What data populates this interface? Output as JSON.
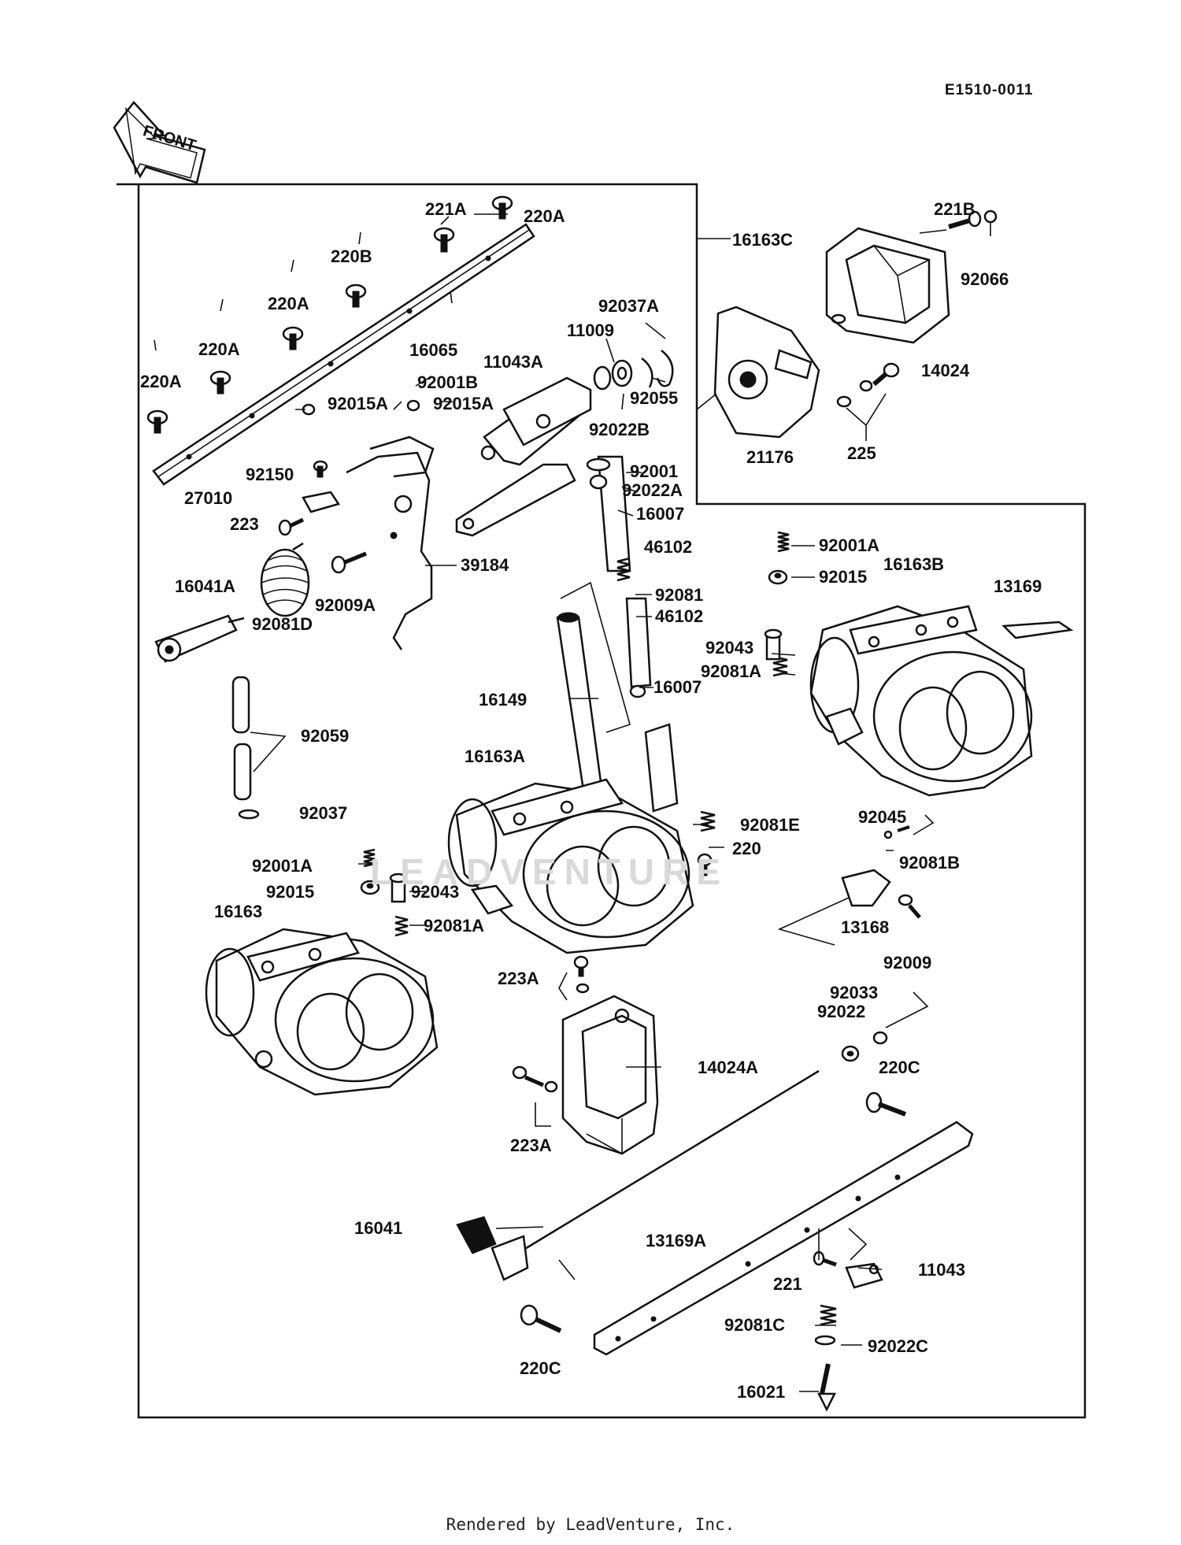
{
  "document": {
    "id": "E1510-0011",
    "front_label": "FRONT",
    "watermark": "LEADVENTURE",
    "footer": "Rendered by LeadVenture, Inc."
  },
  "parts": {
    "p_221A": "221A",
    "p_220A_top": "220A",
    "p_220B": "220B",
    "p_220A_2": "220A",
    "p_220A_3": "220A",
    "p_220A_4": "220A",
    "p_16065": "16065",
    "p_16163C": "16163C",
    "p_221B": "221B",
    "p_92066": "92066",
    "p_14024": "14024",
    "p_92037A": "92037A",
    "p_11009": "11009",
    "p_11043A": "11043A",
    "p_92001B": "92001B",
    "p_92015A_1": "92015A",
    "p_92015A_2": "92015A",
    "p_92055": "92055",
    "p_92022B": "92022B",
    "p_21176": "21176",
    "p_225": "225",
    "p_92150": "92150",
    "p_27010": "27010",
    "p_223": "223",
    "p_92001": "92001",
    "p_92022A": "92022A",
    "p_16007_1": "16007",
    "p_46102_1": "46102",
    "p_39184": "39184",
    "p_16041A": "16041A",
    "p_92081D": "92081D",
    "p_92009A": "92009A",
    "p_92001A_1": "92001A",
    "p_92015_1": "92015",
    "p_16163B": "16163B",
    "p_13169": "13169",
    "p_92081": "92081",
    "p_46102_2": "46102",
    "p_92043_1": "92043",
    "p_92081A_1": "92081A",
    "p_16007_2": "16007",
    "p_16149": "16149",
    "p_92059": "92059",
    "p_16163A": "16163A",
    "p_92037": "92037",
    "p_92081E": "92081E",
    "p_92045": "92045",
    "p_220": "220",
    "p_92081B": "92081B",
    "p_92001A_2": "92001A",
    "p_92015_2": "92015",
    "p_92043_2": "92043",
    "p_16163": "16163",
    "p_92081A_2": "92081A",
    "p_13168": "13168",
    "p_92009": "92009",
    "p_223A_1": "223A",
    "p_92033": "92033",
    "p_92022": "92022",
    "p_14024A": "14024A",
    "p_220C_1": "220C",
    "p_223A_2": "223A",
    "p_16041": "16041",
    "p_13169A": "13169A",
    "p_221": "221",
    "p_11043": "11043",
    "p_92081C": "92081C",
    "p_92022C": "92022C",
    "p_220C_2": "220C",
    "p_16021": "16021"
  }
}
